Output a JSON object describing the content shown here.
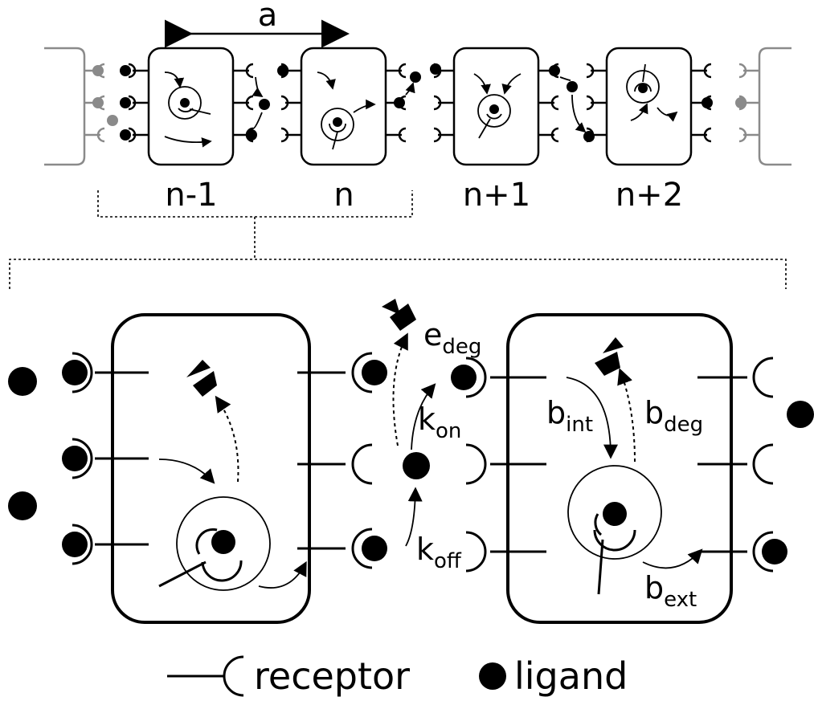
{
  "labels": {
    "spacing": "a",
    "cells": [
      "n-1",
      "n",
      "n+1",
      "n+2"
    ],
    "rates": {
      "e_deg": {
        "base": "e",
        "sub": "deg"
      },
      "k_on": {
        "base": "k",
        "sub": "on"
      },
      "k_off": {
        "base": "k",
        "sub": "off"
      },
      "b_int": {
        "base": "b",
        "sub": "int"
      },
      "b_deg": {
        "base": "b",
        "sub": "deg"
      },
      "b_ext": {
        "base": "b",
        "sub": "ext"
      }
    }
  },
  "legend": {
    "receptor": "receptor",
    "ligand": "ligand"
  },
  "colors": {
    "ink": "#000000",
    "faded": "#8a8a8a"
  }
}
